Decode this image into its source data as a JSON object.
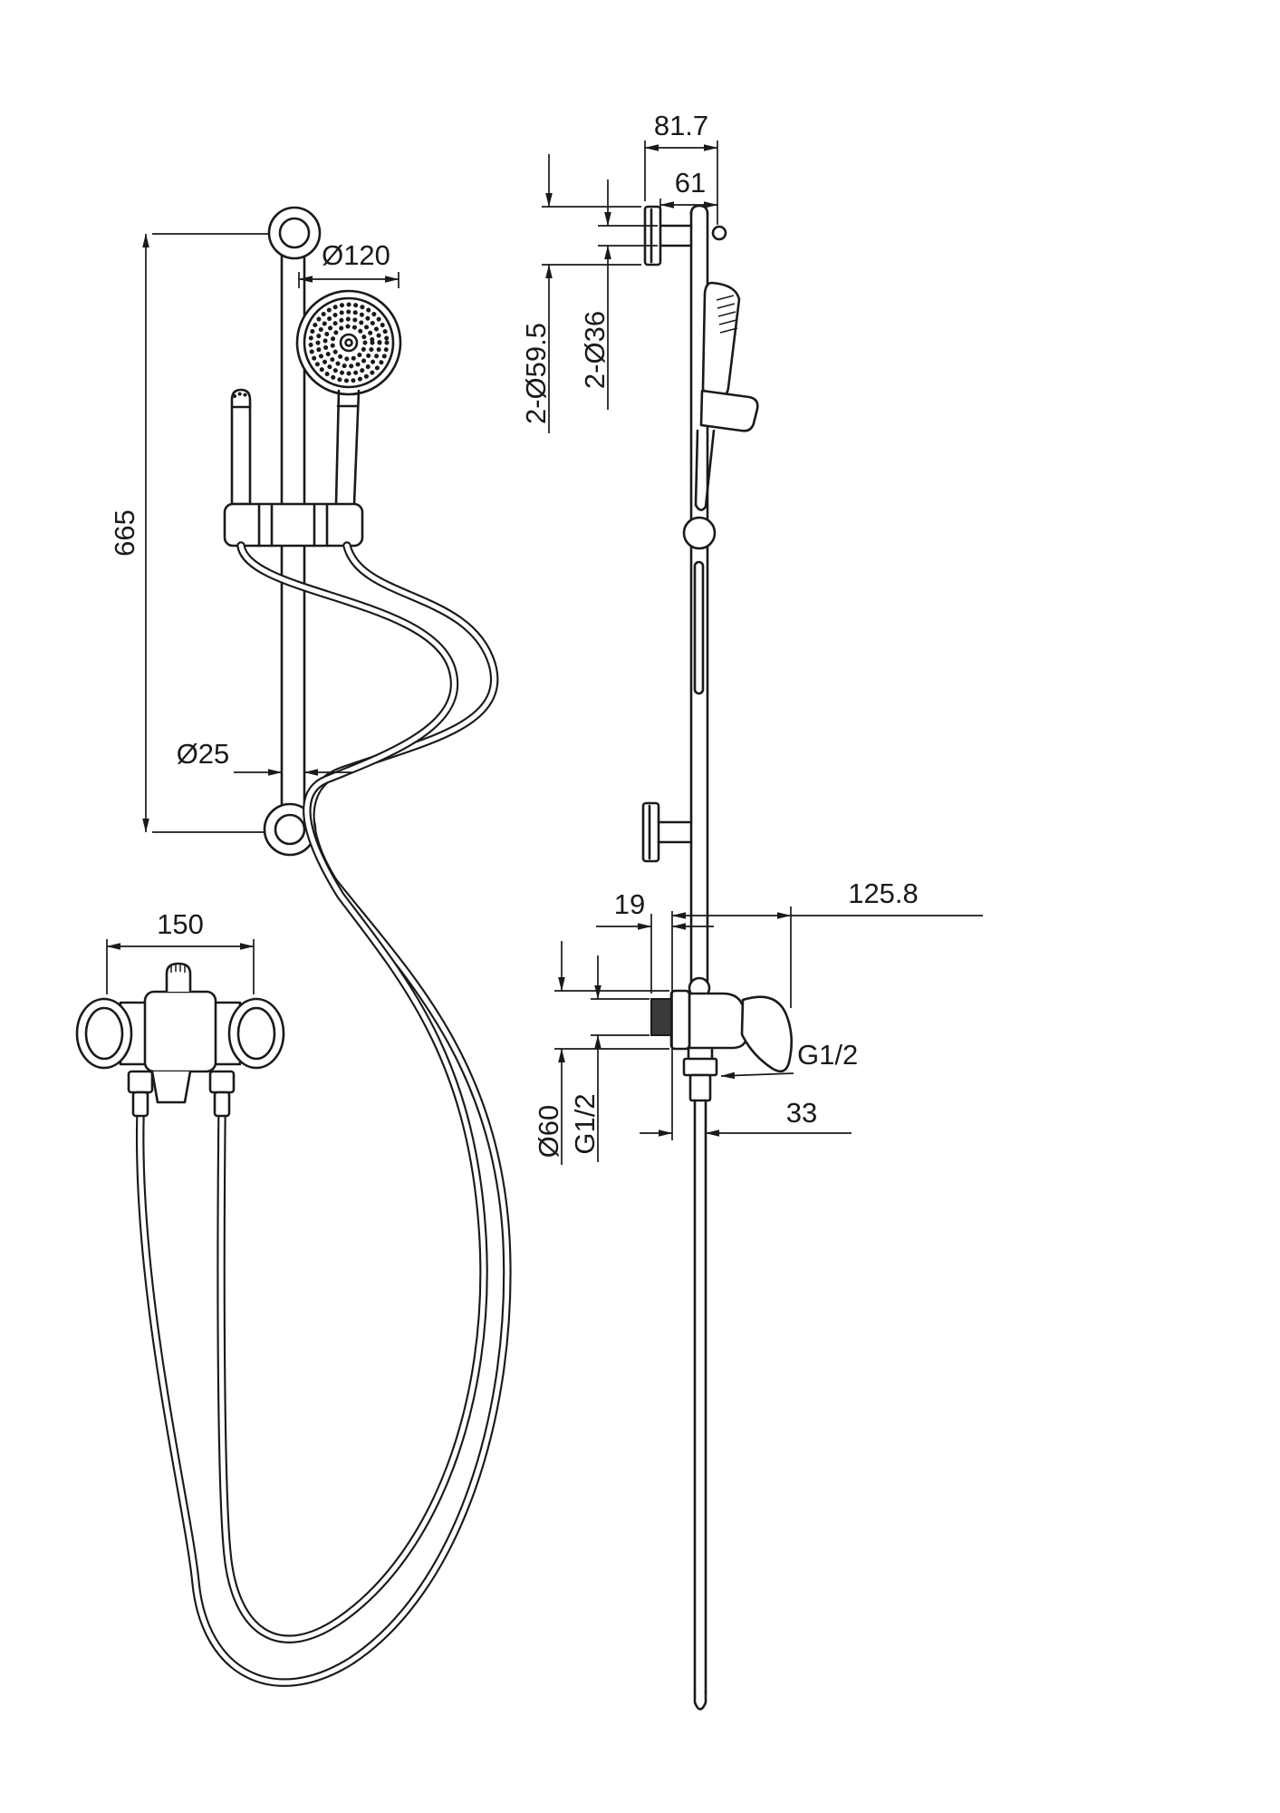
{
  "page": {
    "background": "#ffffff",
    "line_color": "#1a1a1a"
  },
  "dimensions": {
    "rail_height": "665",
    "head_diameter": "Ø120",
    "rail_diameter": "Ø25",
    "mixer_center_distance": "150",
    "top_bracket_depth": "81.7",
    "bracket_pipe_length": "61",
    "flange_diameter": "2-Ø59.5",
    "bracket_tube_diameter": "2-Ø36",
    "mixer_projection": "125.8",
    "wall_clearance": "19",
    "outlet_thread": "G1/2",
    "outlet_offset": "33",
    "escutcheon_diameter": "Ø60",
    "supply_thread": "G1/2"
  }
}
